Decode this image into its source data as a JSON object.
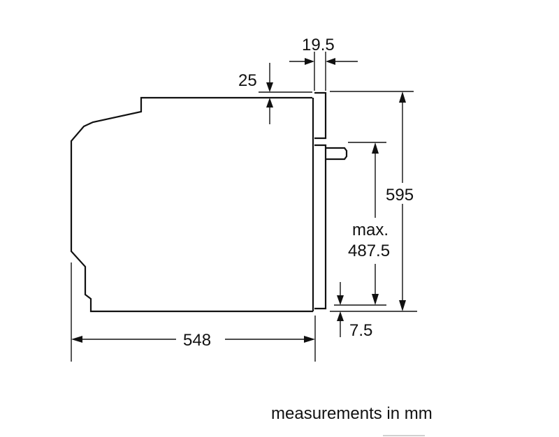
{
  "dimensions": {
    "front_panel_thickness": "19.5",
    "top_step": "25",
    "total_height": "595",
    "niche_height_line1": "max.",
    "niche_height_line2": "487.5",
    "bottom_offset": "7.5",
    "depth": "548"
  },
  "footer": {
    "note": "measurements in mm"
  },
  "colors": {
    "line": "#111111",
    "background": "#ffffff"
  }
}
